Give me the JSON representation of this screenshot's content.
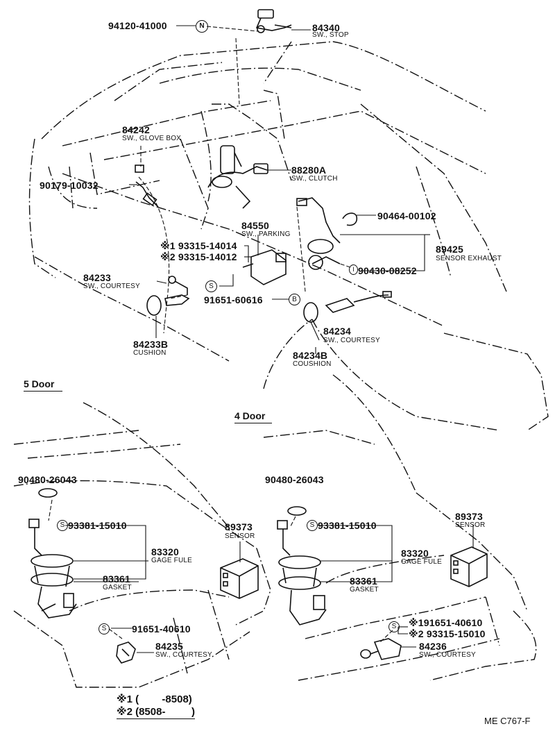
{
  "labels": {
    "p_94120": "94120-41000",
    "p_84340": "84340",
    "n_84340": "SW., STOP",
    "p_84242": "84242",
    "n_84242": "SW., GLOVE BOX",
    "p_90179": "90179-10032",
    "p_88280A": "88280A",
    "n_88280A": "SW., CLUTCH",
    "p_90464": "90464-00102",
    "p_84550": "84550",
    "n_84550": "SW., PARKING",
    "p_93315a": "※1 93315-14014",
    "p_93315b": "※2 93315-14012",
    "p_89425": "89425",
    "n_89425": "SENSOR EXHAUST",
    "p_90430": "90430-08252",
    "p_84233": "84233",
    "n_84233": "SW., COURTESY",
    "p_91651_60616": "91651-60616",
    "p_84234": "84234",
    "n_84234": "SW., COURTESY",
    "p_84233B": "84233B",
    "n_84233B": "CUSHION",
    "p_84234B": "84234B",
    "n_84234B": "COUSHION",
    "sec_5door": "5 Door",
    "sec_4door": "4 Door",
    "p_90480_l": "90480-26043",
    "p_93381_l": "93381-15010",
    "p_83320_l": "83320",
    "n_83320_l": "GAGE FULE",
    "p_83361_l": "83361",
    "n_83361_l": "GASKET",
    "p_89373_l": "89373",
    "n_89373_l": "SENSOR",
    "p_91651_l": "91651-40610",
    "p_84235": "84235",
    "n_84235": "SW., COURTESY",
    "p_90480_r": "90480-26043",
    "p_93381_r": "93381-15010",
    "p_83320_r": "83320",
    "n_83320_r": "GAGE FULE",
    "p_83361_r": "83361",
    "n_83361_r": "GASKET",
    "p_89373_r": "89373",
    "n_89373_r": "SENSOR",
    "p_91651_r": "※191651-40610",
    "p_93315_r": "※2 93315-15010",
    "p_84236": "84236",
    "n_84236": "SW., COURTESY",
    "note1": "※1 (        -8508)",
    "note2": "※2 (8508-         )",
    "ref": "ME C767-F"
  },
  "markers": {
    "N": "N",
    "B": "B",
    "S": "S",
    "I": "I"
  }
}
